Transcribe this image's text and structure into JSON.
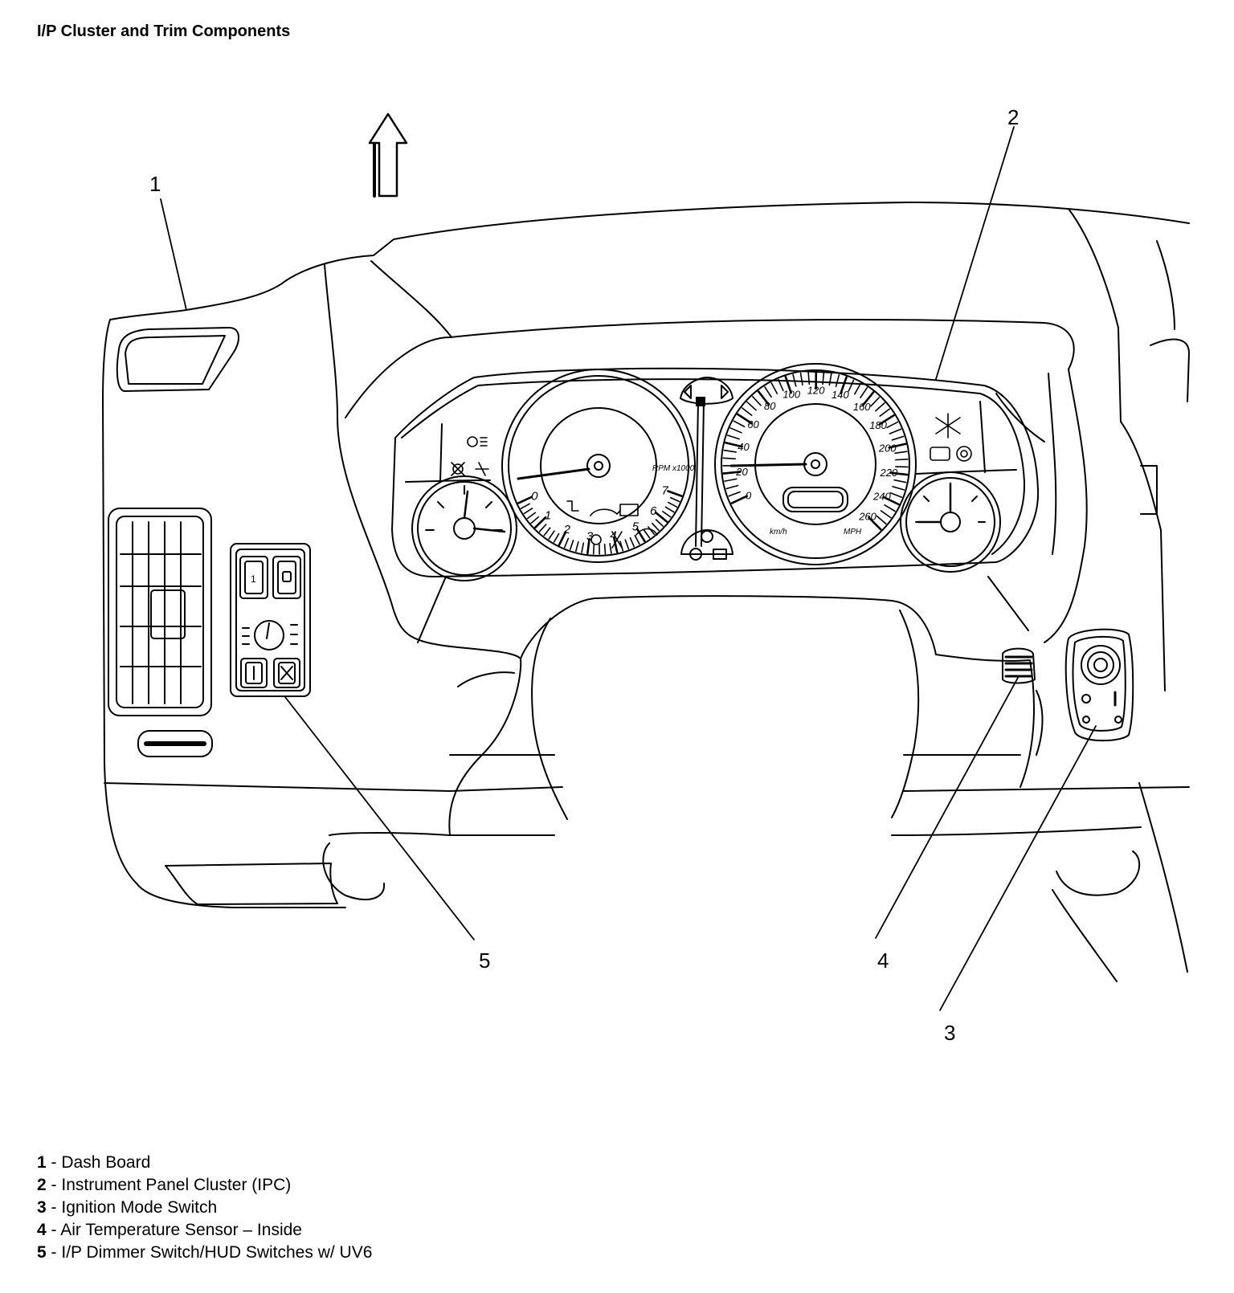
{
  "title": "I/P Cluster and Trim Components",
  "callouts": [
    "1",
    "2",
    "3",
    "4",
    "5"
  ],
  "gauge_text": {
    "tach_numbers": [
      "0",
      "1",
      "2",
      "3",
      "4",
      "5",
      "6",
      "7"
    ],
    "tach_unit": "RPM x1000",
    "speed_numbers": [
      "0",
      "20",
      "40",
      "60",
      "80",
      "100",
      "120",
      "140",
      "160",
      "180",
      "200",
      "220",
      "240",
      "260"
    ],
    "km_label": "km/h",
    "mph_label": "MPH"
  },
  "legend": [
    {
      "num": "1",
      "sep": " - ",
      "label": "Dash Board"
    },
    {
      "num": "2",
      "sep": " - ",
      "label": "Instrument Panel Cluster (IPC)"
    },
    {
      "num": "3",
      "sep": " - ",
      "label": "Ignition Mode Switch"
    },
    {
      "num": "4",
      "sep": " - ",
      "label": "Air Temperature Sensor – Inside"
    },
    {
      "num": "5",
      "sep": " - ",
      "label": "I/P Dimmer Switch/HUD Switches w/ UV6"
    }
  ]
}
